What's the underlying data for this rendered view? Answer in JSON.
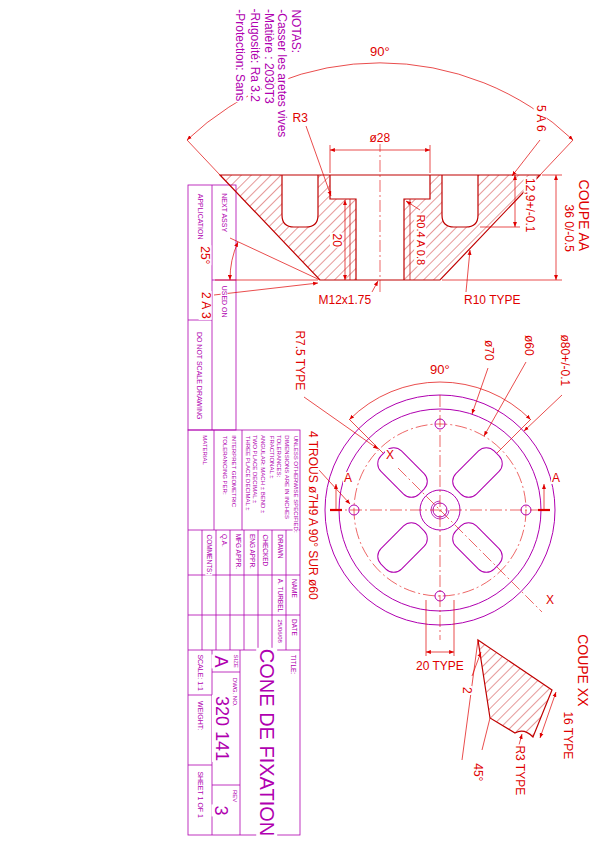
{
  "diagram": {
    "title": "CONE DE FIXATION",
    "labels": [
      "NOTAS:",
      "-Casser les aretes vives",
      "-Matière : 2030T3",
      "-Rugosité: Ra 3.2",
      "-Protection: Sans",
      "COUPE AA",
      "90°",
      "ø28",
      "R3",
      "5 A 6",
      "36 0/-0.5",
      "12,9+/-0.1",
      "R0.4 A 0.8",
      "20",
      "M12x1.75",
      "R10 TYPE",
      "25°",
      "2 A 3",
      "90°",
      "R7.5 TYPE",
      "ø70",
      "ø60",
      "ø80+/-0.1",
      "4 TROUS ø7H9 A 90° SUR ø60",
      "A",
      "A",
      "X",
      "X",
      "20 TYPE",
      "COUPE XX",
      "16 TYPE",
      "R3 TYPE",
      "2",
      "45°",
      "NEXT ASSY",
      "USED ON",
      "APPLICATION",
      "DO NOT SCALE DRAWING",
      "UNLESS OTHERWISE SPECIFIED:",
      "DIMENSIONS ARE IN INCHES",
      "TOLERANCES:",
      "FRACTIONAL ±",
      "ANGULAR: MACH ± BEND ±",
      "TWO PLACE DECIMAL ±",
      "THREE PLACE DECIMAL ±",
      "INTERPRET GEOMETRIC",
      "TOLERANCING PER:",
      "MATERIAL",
      "DRAWN",
      "CHECKED",
      "ENG APPR.",
      "MFG APPR.",
      "Q.A.",
      "COMMENTS:",
      "NAME",
      "DATE",
      "A. TURBEL",
      "25/06/08",
      "TITLE:",
      "SIZE",
      "DWG. NO.",
      "REV",
      "A",
      "320 141",
      "3",
      "SCALE: 1:1",
      "WEIGHT:",
      "SHEET 1 OF 1"
    ]
  }
}
